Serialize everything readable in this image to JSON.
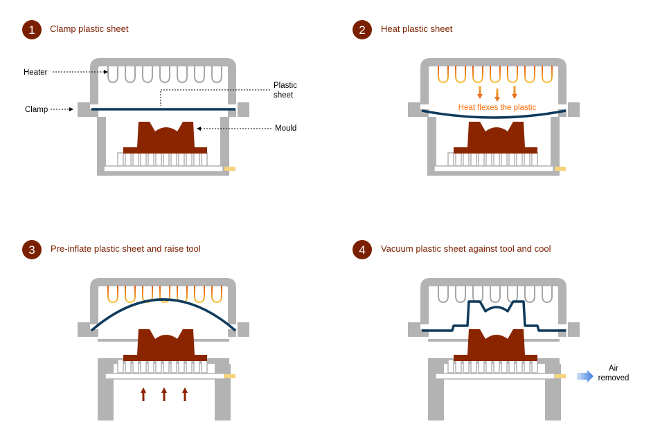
{
  "colors": {
    "frame": "#b3b3b3",
    "mould": "#8b2500",
    "sheet": "#0e3a5c",
    "heater_off": "#a6a6a6",
    "heater_on_top": "#f0a63c",
    "heater_on_bottom": "#e25a12",
    "title": "#7a2000",
    "badge": "#7a2000",
    "note": "#ff6a00",
    "valve": "#f5d47c",
    "air_arrow": "#4e8fe0"
  },
  "steps": [
    {
      "number": "1",
      "title": "Clamp plastic sheet"
    },
    {
      "number": "2",
      "title": "Heat plastic sheet"
    },
    {
      "number": "3",
      "title": "Pre-inflate plastic sheet and raise tool"
    },
    {
      "number": "4",
      "title": "Vacuum plastic sheet against tool and cool"
    }
  ],
  "labels": {
    "heater": "Heater",
    "clamp": "Clamp",
    "plastic_sheet_line1": "Plastic",
    "plastic_sheet_line2": "sheet",
    "mould": "Mould",
    "heat_note": "Heat flexes the plastic",
    "air_line1": "Air",
    "air_line2": "removed"
  }
}
